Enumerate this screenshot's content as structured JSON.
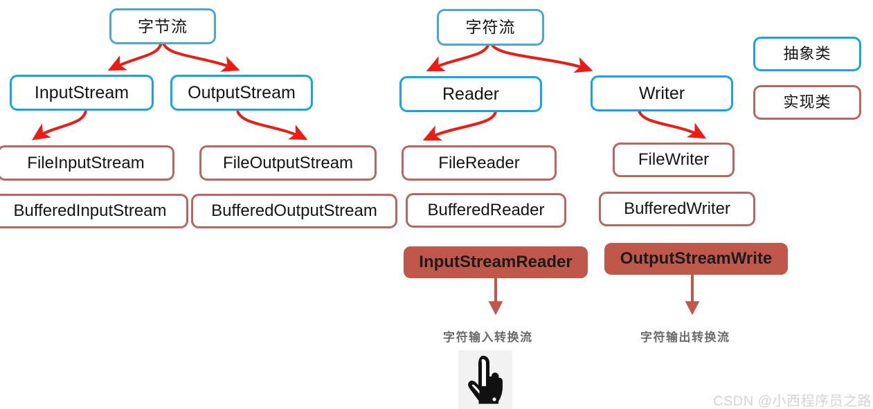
{
  "diagram": {
    "title_byte_stream": "字节流",
    "title_char_stream": "字符流",
    "legend": {
      "abstract_label": "抽象类",
      "impl_label": "实现类",
      "abstract_color": "#17a3e8",
      "impl_color": "#b9665e"
    },
    "arrow_color": "#ec1c14",
    "filled_box_color": "#c0574b",
    "nodes": {
      "byte_stream": "字节流",
      "char_stream": "字符流",
      "input_stream": "InputStream",
      "output_stream": "OutputStream",
      "reader": "Reader",
      "writer": "Writer",
      "file_input_stream": "FileInputStream",
      "file_output_stream": "FileOutputStream",
      "file_reader": "FileReader",
      "file_writer": "FileWriter",
      "buffered_input_stream": "BufferedInputStream",
      "buffered_output_stream": "BufferedOutputStream",
      "buffered_reader": "BufferedReader",
      "buffered_writer": "BufferedWriter",
      "input_stream_reader": "InputStreamReader",
      "output_stream_write": "OutputStreamWrite"
    },
    "captions": {
      "input_converter": "字符输入转换流",
      "output_converter": "字符输出转换流"
    },
    "cursor_icon": "pointing-hand-icon",
    "watermark": "CSDN @小西程序员之路"
  }
}
